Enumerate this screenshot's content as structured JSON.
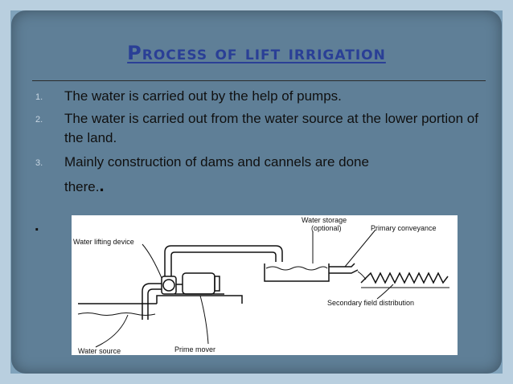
{
  "slide": {
    "title": "Process of lift irrigation",
    "items": [
      {
        "num": "1.",
        "text": "The water is carried out by the help of pumps."
      },
      {
        "num": "2.",
        "text": " The water is carried out from the water source at the lower portion of the land."
      },
      {
        "num": "3.",
        "text_line1": "Mainly construction of dams and cannels are done",
        "text_line2": "there."
      }
    ],
    "bullet": "."
  },
  "figure": {
    "labels": {
      "water_storage": "Water storage",
      "optional": "(optional)",
      "primary_conveyance": "Primary  conveyance",
      "water_lifting_device": "Water lifting device",
      "secondary_field_distribution": "Secondary field distribution",
      "water_source": "Water source",
      "prime_mover": "Prime mover"
    }
  }
}
